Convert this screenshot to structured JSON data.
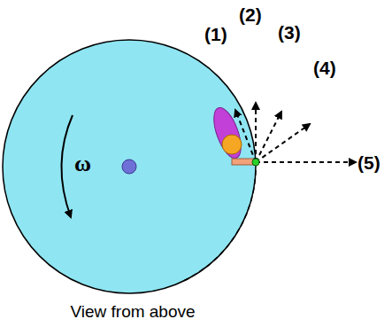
{
  "diagram": {
    "caption": "View from above",
    "labels": [
      "(1)",
      "(2)",
      "(3)",
      "(4)",
      "(5)",
      "ω"
    ]
  }
}
